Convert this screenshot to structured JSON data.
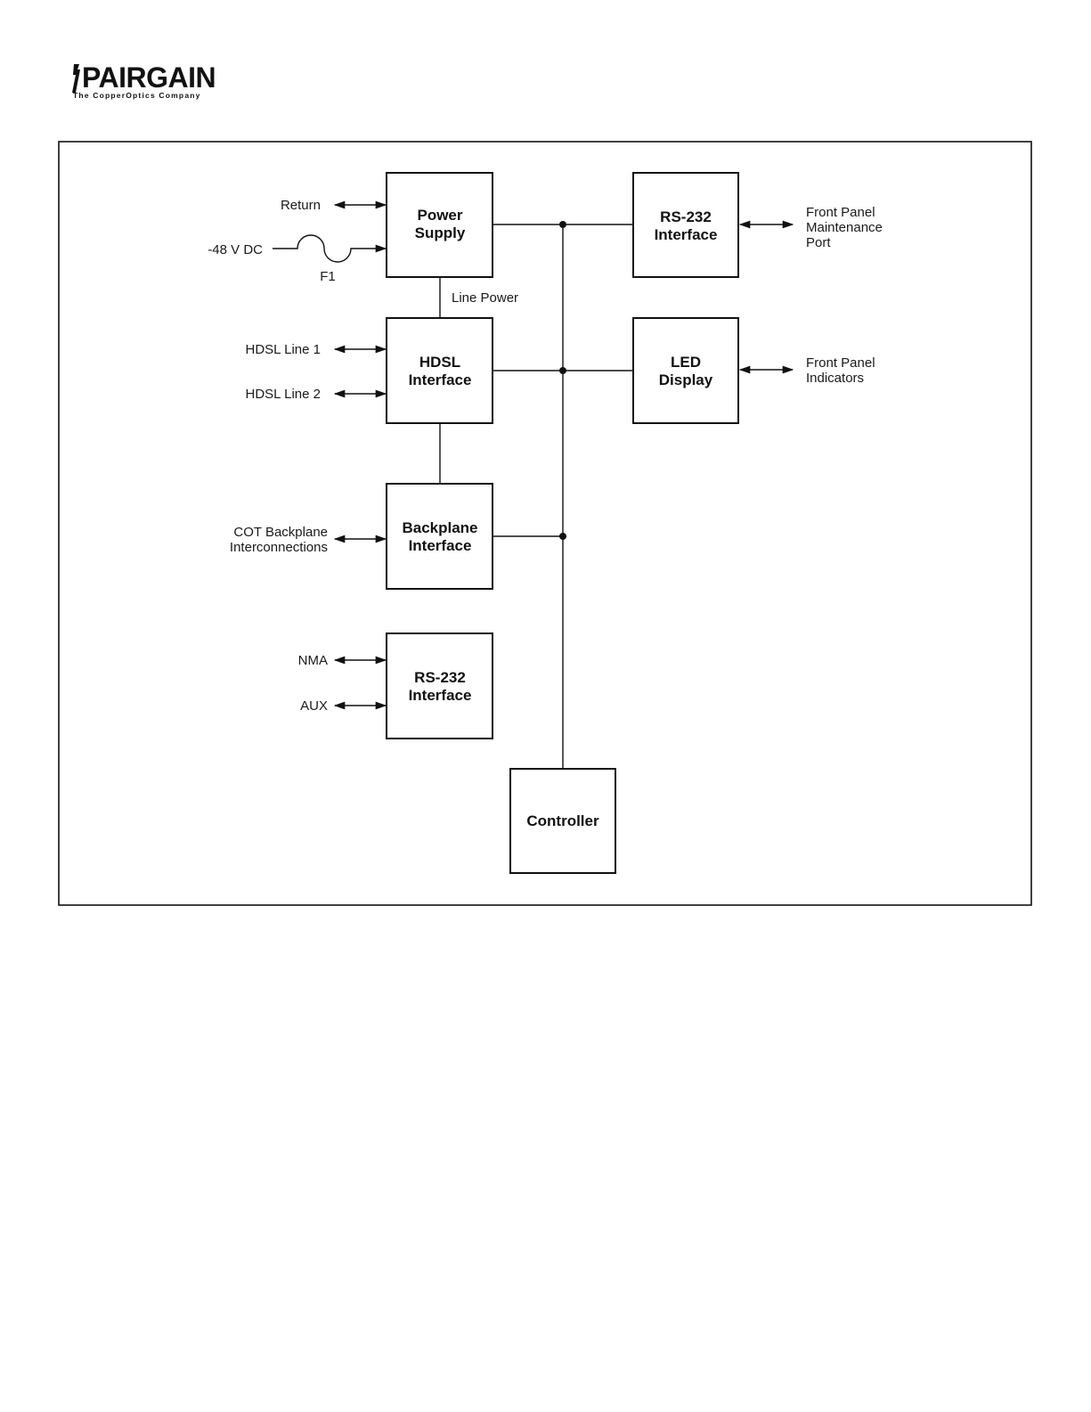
{
  "logo": {
    "name": "PAIRGAIN",
    "tagline": "The CopperOptics Company"
  },
  "blocks": {
    "power_supply": [
      "Power",
      "Supply"
    ],
    "hdsl_interface": [
      "HDSL",
      "Interface"
    ],
    "backplane_interface": [
      "Backplane",
      "Interface"
    ],
    "rs232_lower": [
      "RS-232",
      "Interface"
    ],
    "rs232_upper": [
      "RS-232",
      "Interface"
    ],
    "led_display": [
      "LED",
      "Display"
    ],
    "controller": [
      "Controller"
    ]
  },
  "signals": {
    "return": "Return",
    "dc_input": "-48 V DC",
    "fuse": "F1",
    "line_power": "Line Power",
    "hdsl_line_1": "HDSL Line 1",
    "hdsl_line_2": "HDSL Line 2",
    "cot_backplane": [
      "COT Backplane",
      "Interconnections"
    ],
    "nma": "NMA",
    "aux": "AUX",
    "front_panel_port": [
      "Front Panel",
      "Maintenance",
      "Port"
    ],
    "front_panel_indicators": [
      "Front Panel",
      "Indicators"
    ]
  }
}
